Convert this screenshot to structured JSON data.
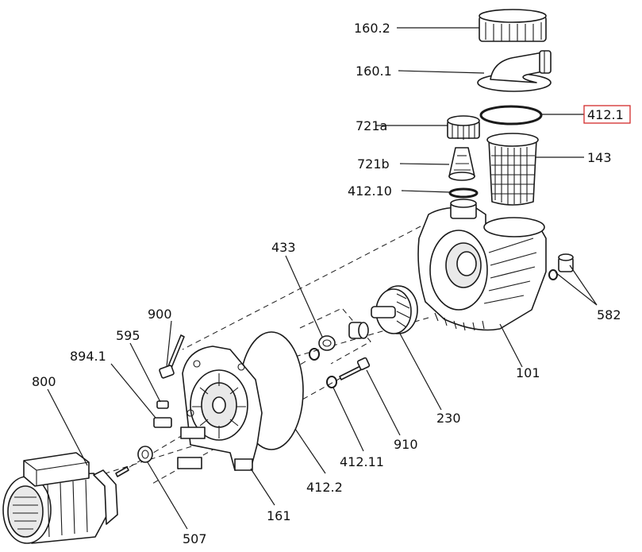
{
  "parts": {
    "p160_2": "160.2",
    "p160_1": "160.1",
    "p412_1": "412.1",
    "p721a": "721a",
    "p143": "143",
    "p721b": "721b",
    "p412_10": "412.10",
    "p433": "433",
    "p582": "582",
    "p900": "900",
    "p595": "595",
    "p894_1": "894.1",
    "p800": "800",
    "p101": "101",
    "p230": "230",
    "p910": "910",
    "p412_11": "412.11",
    "p412_2": "412.2",
    "p161": "161",
    "p507": "507"
  },
  "highlight": {
    "part": "412.1",
    "color": "#d22b2b"
  }
}
